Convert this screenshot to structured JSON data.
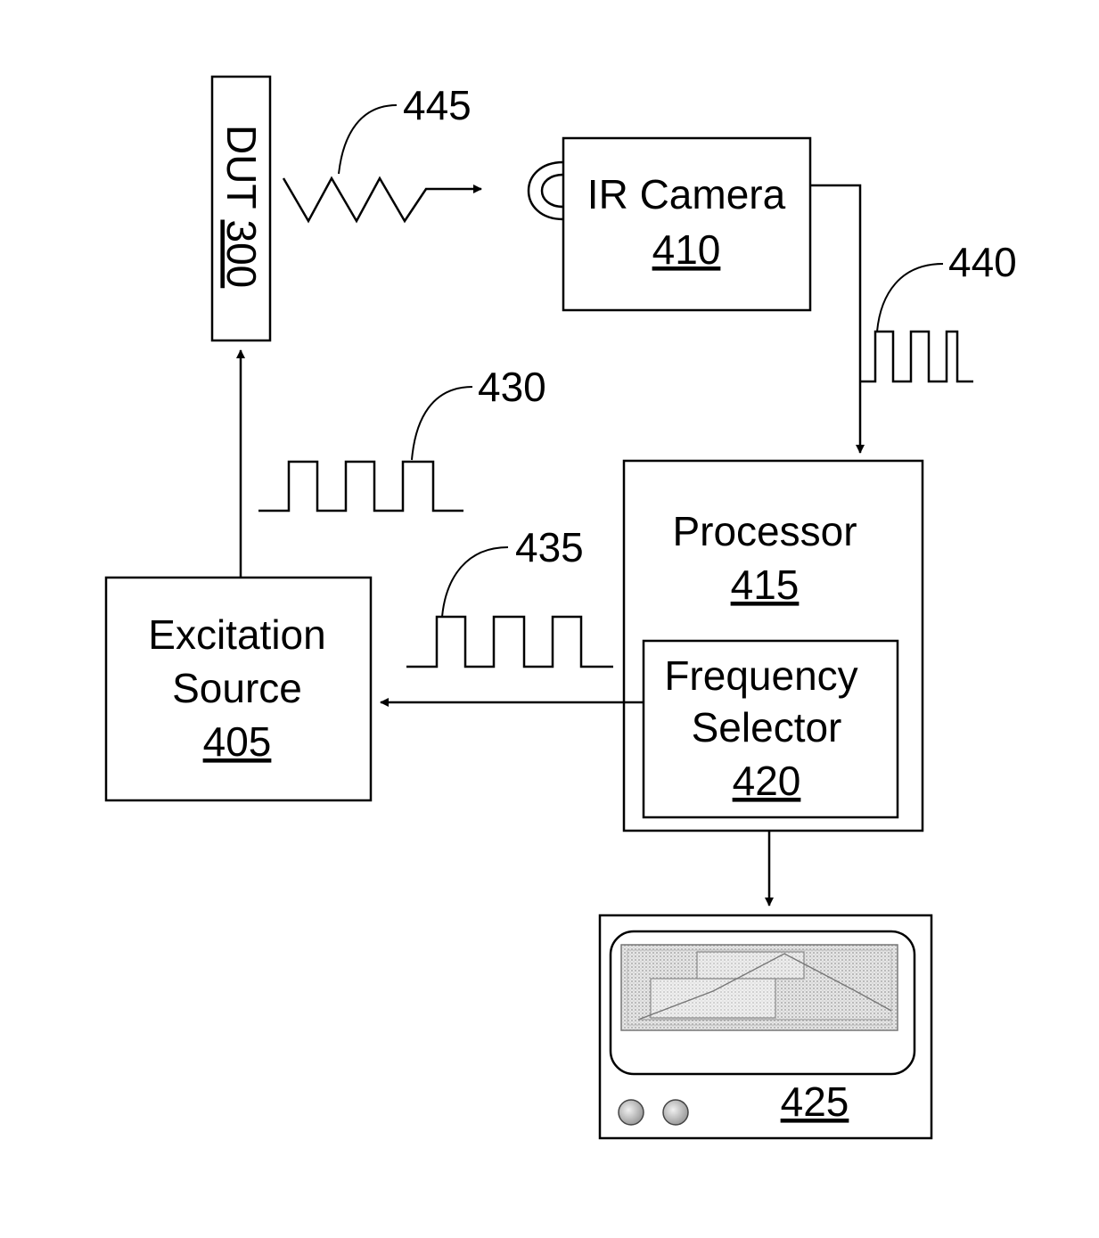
{
  "dut": {
    "name": "DUT",
    "ref": "300"
  },
  "ir_camera": {
    "name": "IR Camera",
    "ref": "410"
  },
  "processor": {
    "name": "Processor",
    "ref": "415"
  },
  "frequency_selector": {
    "line1": "Frequency",
    "line2": "Selector",
    "ref": "420"
  },
  "excitation_source": {
    "line1": "Excitation",
    "line2": "Source",
    "ref": "405"
  },
  "display": {
    "ref": "425"
  },
  "signals": {
    "infrared": "445",
    "camera_output": "440",
    "excitation_signal": "430",
    "control_signal": "435"
  }
}
